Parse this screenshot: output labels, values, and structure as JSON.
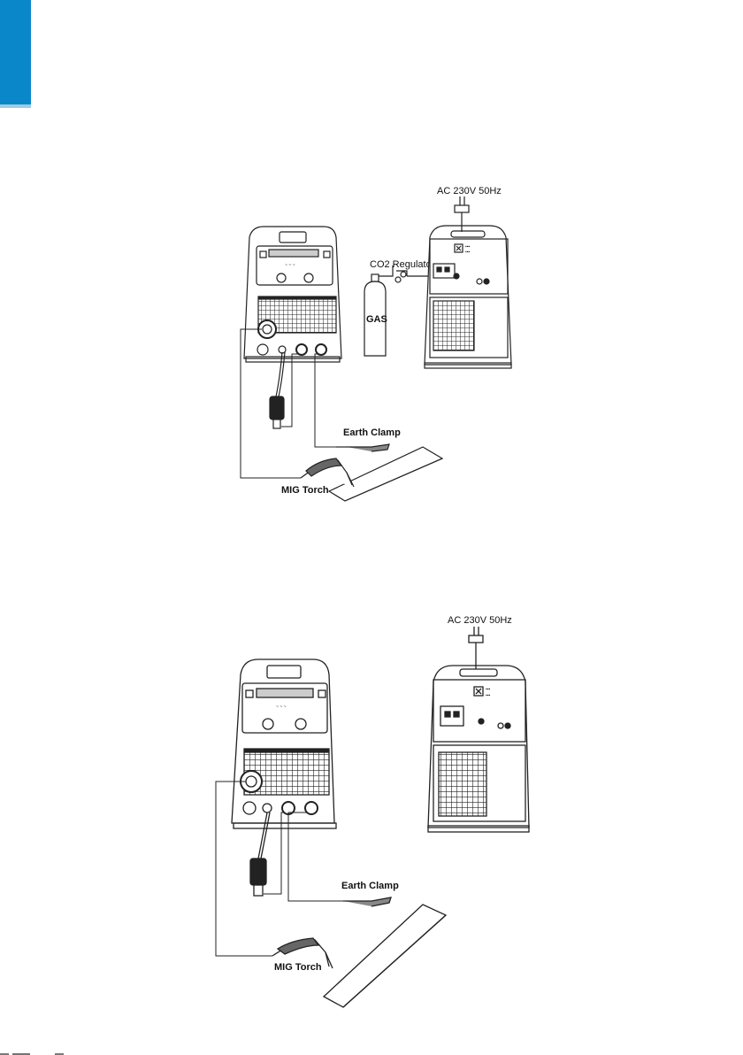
{
  "diagrams": [
    {
      "power_label": "AC 230V 50Hz",
      "regulator_label": "CO2 Regulator",
      "gas_label": "GAS",
      "earth_clamp_label": "Earth Clamp",
      "torch_label": "MIG Torch"
    },
    {
      "power_label": "AC 230V 50Hz",
      "earth_clamp_label": "Earth Clamp",
      "torch_label": "MIG Torch"
    }
  ],
  "colors": {
    "accent_tab": "#0a87c9"
  }
}
